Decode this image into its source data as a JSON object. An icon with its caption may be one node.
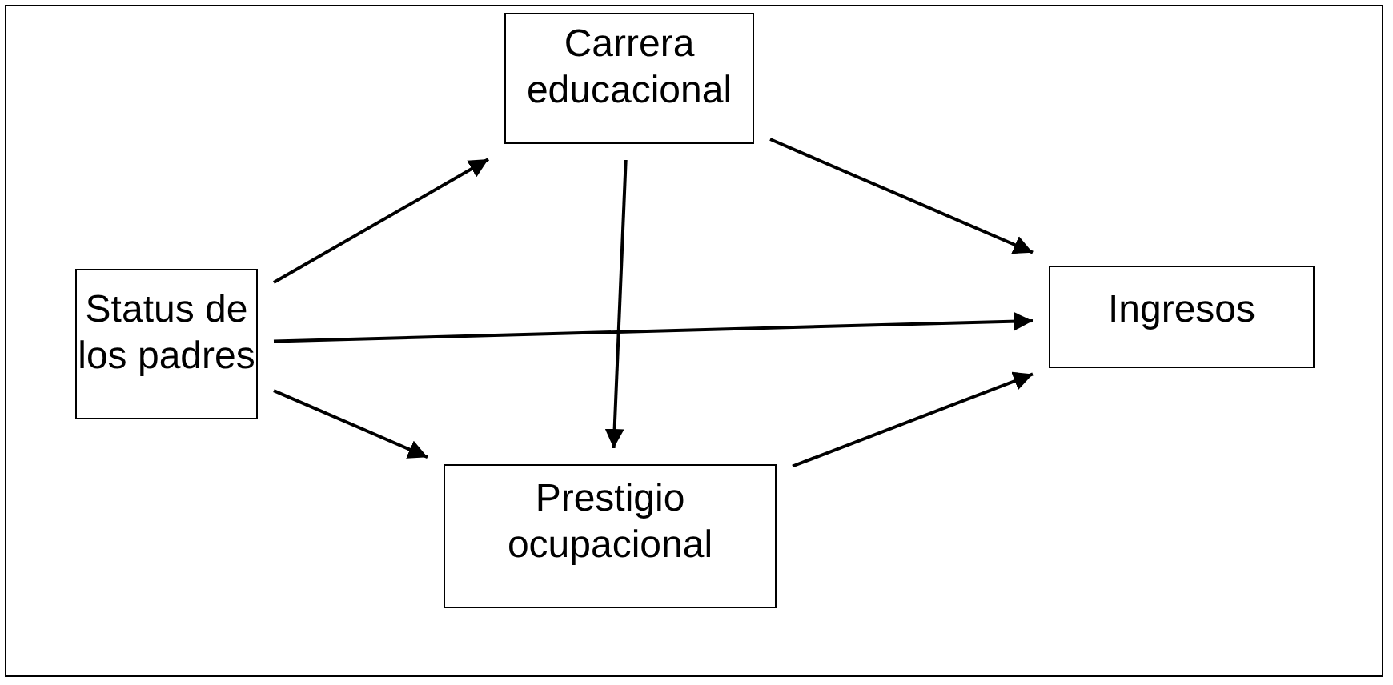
{
  "diagram": {
    "nodes": [
      {
        "text": [
          "Status de los padres"
        ]
      },
      {
        "text": [
          "Carrera educacional"
        ]
      },
      {
        "text": [
          "Ingresos"
        ]
      },
      {
        "text": [
          "Prestigio ocupacional"
        ]
      }
    ],
    "edges": [
      {
        "from": 0,
        "to": 1,
        "arrow": "to"
      },
      {
        "from": 0,
        "to": 2,
        "arrow": "to"
      },
      {
        "from": 0,
        "to": 3,
        "arrow": "to"
      },
      {
        "from": 1,
        "to": 3,
        "arrow": "to"
      },
      {
        "from": 1,
        "to": 2,
        "arrow": "to"
      },
      {
        "from": 3,
        "to": 2,
        "arrow": "to"
      }
    ]
  }
}
